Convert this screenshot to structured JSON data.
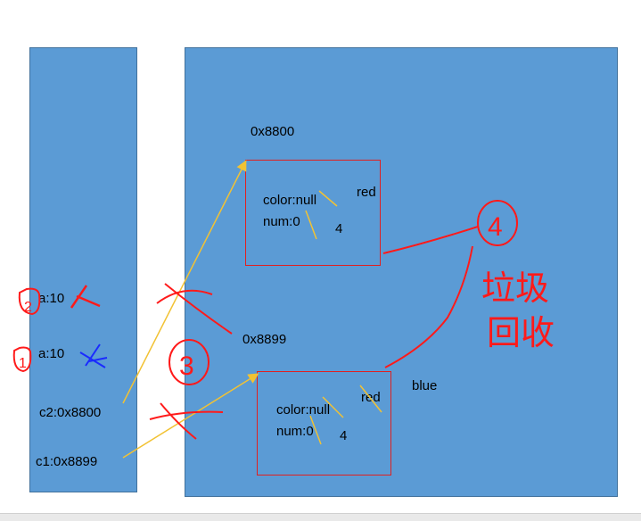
{
  "stack": {
    "var_a_first": "a:10",
    "var_a_second": "a:10",
    "c2": "c2:0x8800",
    "c1": "c1:0x8899"
  },
  "heap": {
    "addr_1": "0x8800",
    "addr_2": "0x8899",
    "obj1": {
      "color": "color:null",
      "num": "num:0",
      "color_new": "red",
      "num_new": "4"
    },
    "obj2": {
      "color": "color:null",
      "num": "num:0",
      "color_new": "red",
      "num_new": "4",
      "outside_label": "blue"
    }
  },
  "annotations": {
    "mark_1": "1",
    "mark_2": "2",
    "mark_3": "3",
    "mark_4": "4",
    "gc_text_line1": "垃圾",
    "gc_text_line2": "回收"
  },
  "colors": {
    "panel": "#5b9bd5",
    "object_border": "#e02020",
    "arrow": "#f2c233",
    "ink_red": "#ff1a1a",
    "ink_blue": "#1a2bff"
  }
}
